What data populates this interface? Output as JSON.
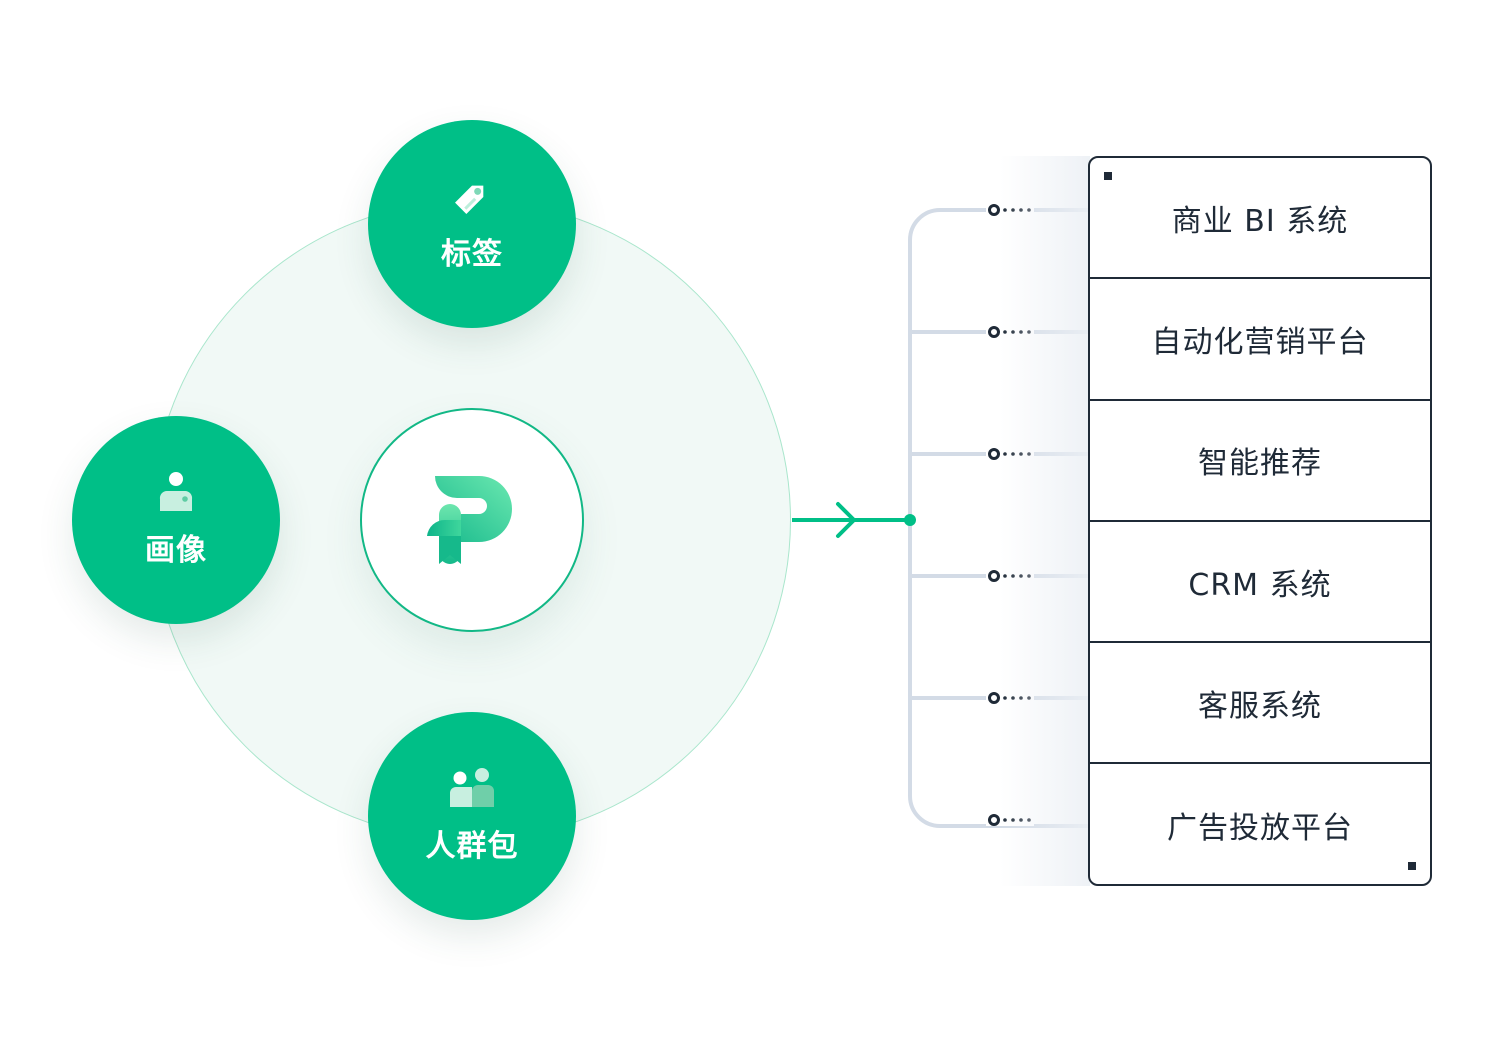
{
  "diagram": {
    "center": {
      "name": "logo",
      "icon": "p-ribbon-logo"
    },
    "nodes": [
      {
        "id": "tag",
        "label": "标签",
        "icon": "tag-icon"
      },
      {
        "id": "profile",
        "label": "画像",
        "icon": "user-profile-icon"
      },
      {
        "id": "crowd",
        "label": "人群包",
        "icon": "user-group-icon"
      }
    ],
    "targets": [
      {
        "label": "商业 BI 系统"
      },
      {
        "label": "自动化营销平台"
      },
      {
        "label": "智能推荐"
      },
      {
        "label": "CRM 系统"
      },
      {
        "label": "客服系统"
      },
      {
        "label": "广告投放平台"
      }
    ]
  },
  "colors": {
    "primary": "#00bf87",
    "ring_fill": "#f1f9f6",
    "ring_stroke": "#a9e6cc",
    "connector": "#d3dbe6",
    "ink": "#1f2a37"
  }
}
